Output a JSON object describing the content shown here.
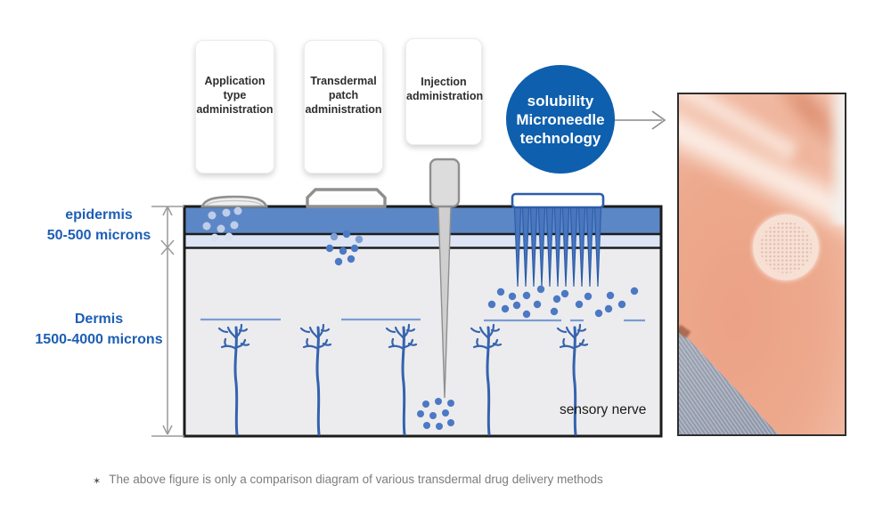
{
  "cards": [
    {
      "label": "Application\ntype\nadministration"
    },
    {
      "label": "Transdermal\npatch\nadministration"
    },
    {
      "label": "Injection\nadministration"
    }
  ],
  "microneedle_bubble": {
    "label": "solubility\nMicroneedle\ntechnology"
  },
  "skin_layers": {
    "epidermis": {
      "name": "epidermis",
      "range": "50-500 microns"
    },
    "dermis": {
      "name": "Dermis",
      "range": "1500-4000 microns"
    },
    "nerve_label": "sensory nerve"
  },
  "footnote": {
    "marker": "✶",
    "text": "The above figure is only a comparison diagram of various transdermal drug delivery methods"
  },
  "colors": {
    "accent_blue": "#0e5fad",
    "label_blue": "#1d5eb5",
    "epidermis_fill": "#5c87c6",
    "basal_layer_fill": "#dde4f3",
    "dermis_fill": "#ececee",
    "particle_blue": "#4c79c4",
    "particle_light": "#bfcdea",
    "nerve_blue": "#3563ae",
    "outline_gray": "#8f8f8f"
  }
}
